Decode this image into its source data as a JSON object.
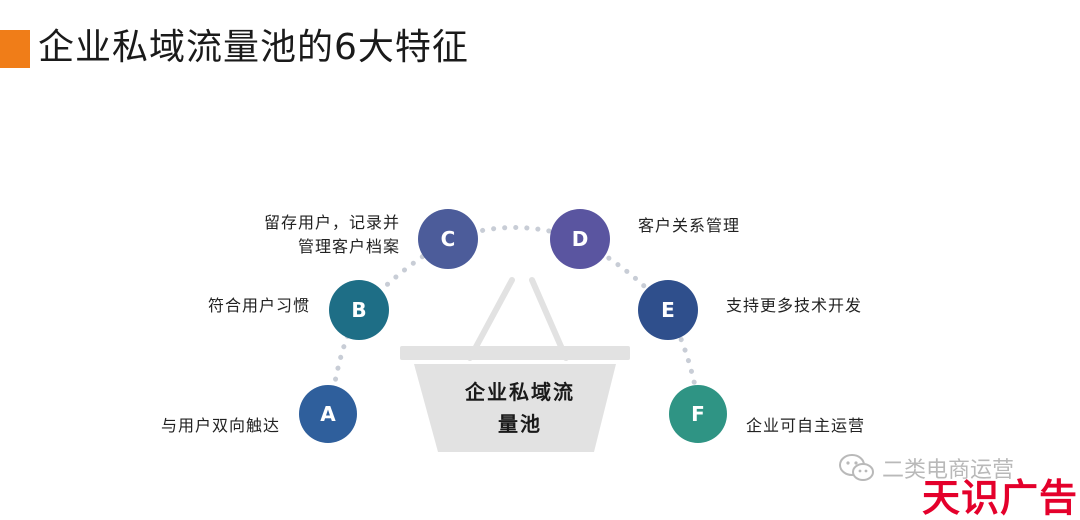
{
  "title": "企业私域流量池的6大特征",
  "colors": {
    "accent": "#f07d18",
    "dots": "#c8cdd6",
    "basket": "#e2e2e2",
    "brand": "#e4002b",
    "node_A": "#2f5f9c",
    "node_B": "#1e6e86",
    "node_C": "#4c5c9a",
    "node_D": "#5a55a0",
    "node_E": "#2f4f8c",
    "node_F": "#2f9484"
  },
  "center": {
    "line1": "企业私域流",
    "line2": "量池"
  },
  "nodes": [
    {
      "letter": "A",
      "label": "与用户双向触达"
    },
    {
      "letter": "B",
      "label": "符合用户习惯"
    },
    {
      "letter": "C",
      "label_line1": "留存用户，记录并",
      "label_line2": "管理客户档案"
    },
    {
      "letter": "D",
      "label": "客户关系管理"
    },
    {
      "letter": "E",
      "label": "支持更多技术开发"
    },
    {
      "letter": "F",
      "label": "企业可自主运营"
    }
  ],
  "watermark": {
    "icon": "wechat-icon",
    "text": "二类电商运营"
  },
  "brand": "天识广告"
}
